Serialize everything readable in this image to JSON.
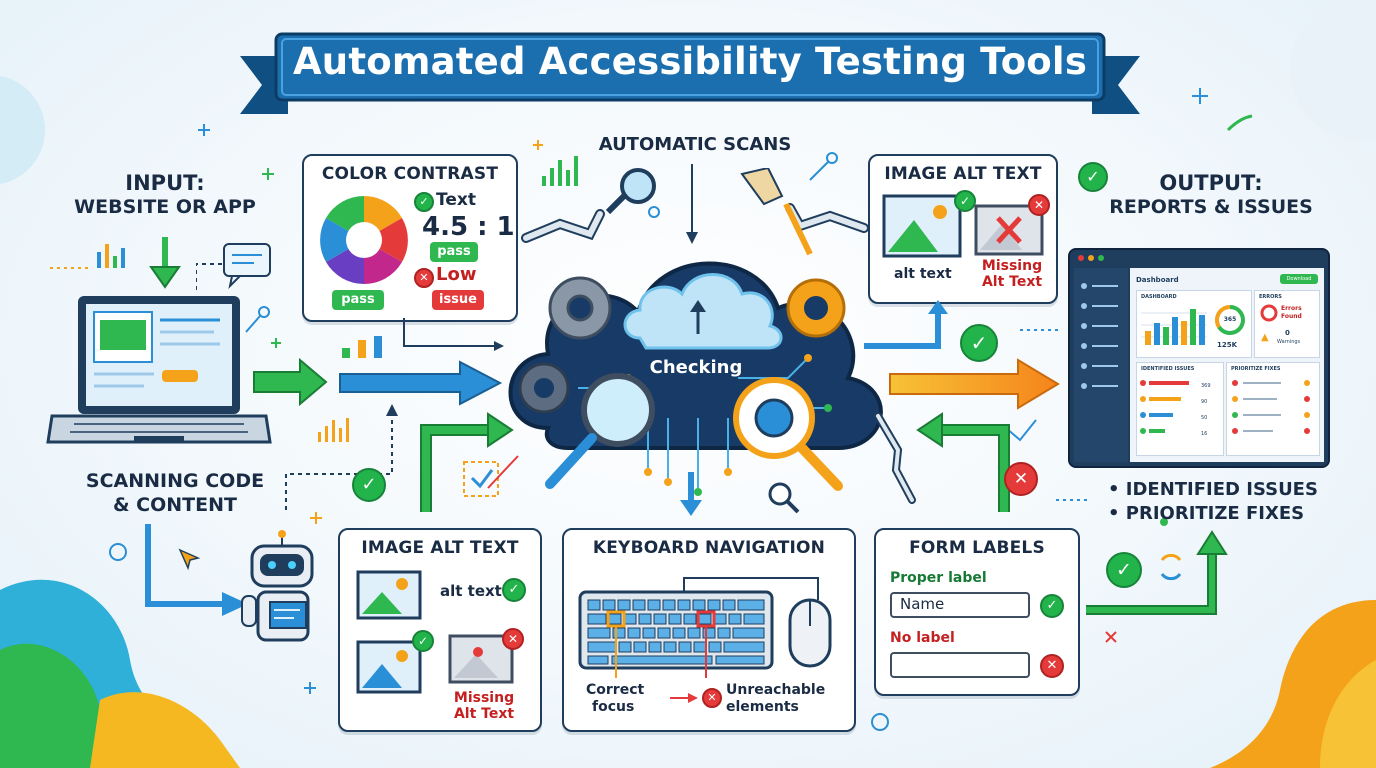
{
  "title": "Automated Accessibility Testing Tools",
  "input": {
    "line1": "INPUT:",
    "line2": "WEBSITE OR APP"
  },
  "scanning": {
    "line1": "SCANNING CODE",
    "line2": "& CONTENT"
  },
  "automatic_scans": "AUTOMATIC SCANS",
  "center_label": "Checking",
  "output": {
    "line1": "OUTPUT:",
    "line2": "REPORTS & ISSUES",
    "bullets": [
      "IDENTIFIED ISSUES",
      "PRIORITIZE FIXES"
    ]
  },
  "color_contrast": {
    "title": "COLOR CONTRAST",
    "text_label": "Text",
    "ratio": "4.5 : 1",
    "pass_label": "pass",
    "low_label": "Low",
    "issue_label": "issue",
    "wheel_pass_label": "pass"
  },
  "image_alt_top": {
    "title": "IMAGE ALT TEXT",
    "good_caption": "alt text",
    "bad_caption_1": "Missing",
    "bad_caption_2": "Alt Text"
  },
  "image_alt_bottom": {
    "title": "IMAGE ALT TEXT",
    "good_caption": "alt text",
    "bad_caption_1": "Missing",
    "bad_caption_2": "Alt Text"
  },
  "keyboard_nav": {
    "title": "KEYBOARD NAVIGATION",
    "correct_1": "Correct",
    "correct_2": "focus",
    "unreach_1": "Unreachable",
    "unreach_2": "elements"
  },
  "form_labels": {
    "title": "FORM LABELS",
    "proper_label": "Proper label",
    "field_value": "Name",
    "no_label": "No label"
  },
  "dashboard": {
    "title": "Dashboard",
    "button": "Download",
    "panel1_title": "DASHBOARD",
    "panel1_value": "125K",
    "gauge_value": "365",
    "panel2_title": "ERRORS",
    "errors_line1": "Errors",
    "errors_line2": "Found",
    "warnings_value": "0",
    "warnings_label": "Warnings",
    "issues_title": "IDENTIFIED ISSUES",
    "issues_values": [
      "369",
      "90",
      "50",
      "16"
    ],
    "fixes_title": "PRIORITIZE FIXES"
  },
  "colors": {
    "navy": "#1f3d5c",
    "banner": "#1b6fae",
    "banner_dark": "#0f4f82",
    "pass_green": "#22b34a",
    "fail_red": "#e53a3a",
    "arrow_blue": "#2a8fd6",
    "arrow_green": "#2fb84f",
    "arrow_orange": "#f5a21b"
  }
}
